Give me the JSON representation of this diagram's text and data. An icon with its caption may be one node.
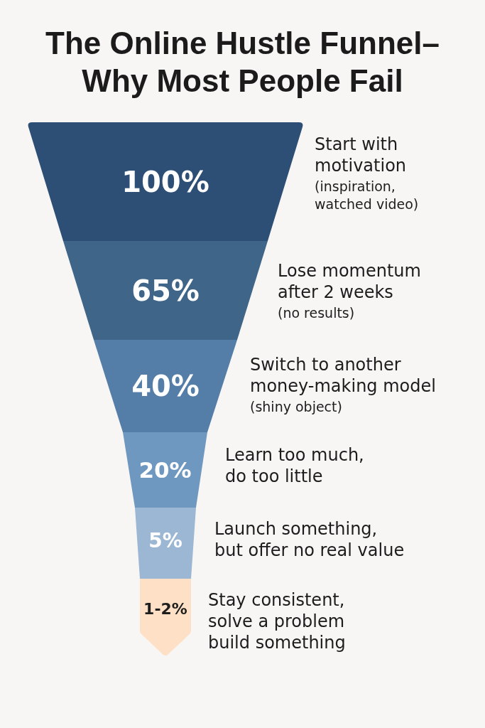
{
  "diagram": {
    "title": "The Online Hustle Funnel– Why Most People Fail",
    "nodes": [
      {
        "text": [
          "100%"
        ],
        "beside": [
          "Start with motivation",
          "(inspiration, watched video)"
        ]
      },
      {
        "text": [
          "65%"
        ],
        "beside": [
          "Lose momentum after 2 weeks",
          "(no results)"
        ]
      },
      {
        "text": [
          "40%"
        ],
        "beside": [
          "Switch to another money-making model",
          "(shiny object)"
        ]
      },
      {
        "text": [
          "20%"
        ],
        "beside": [
          "Learn too much, do too little"
        ]
      },
      {
        "text": [
          "5%"
        ],
        "beside": [
          "Launch something, but offer no real value"
        ]
      },
      {
        "text": [
          "1-2%"
        ],
        "beside": [
          "Stay consistent, solve a problem build something"
        ]
      }
    ]
  }
}
